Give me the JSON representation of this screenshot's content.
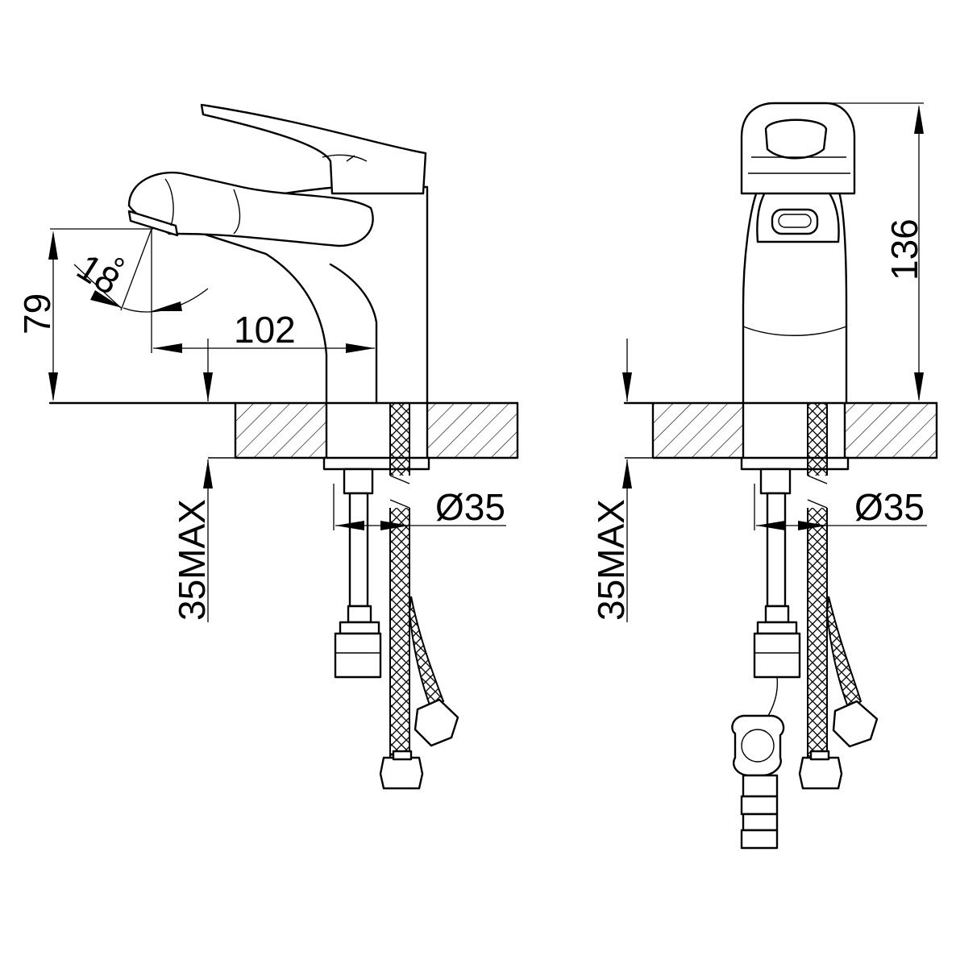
{
  "dimensions": {
    "height_spout": "79",
    "reach": "102",
    "angle": "18",
    "angle_unit": "°",
    "left_hole": "Ø35",
    "left_max_thickness": "35MAX",
    "total_height": "136",
    "right_hole": "Ø35",
    "right_max_thickness": "35MAX"
  }
}
